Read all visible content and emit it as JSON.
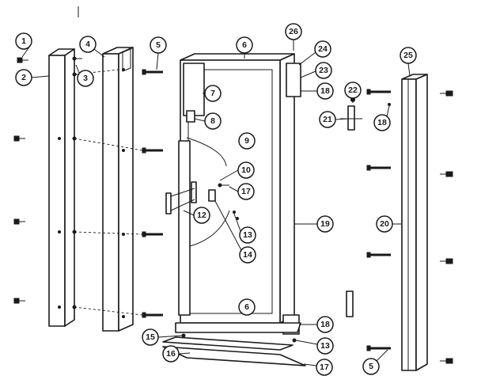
{
  "diagram": {
    "callout_labels": {
      "c1": "1",
      "c2": "2",
      "c3": "3",
      "c4": "4",
      "c5a": "5",
      "c6a": "6",
      "c7": "7",
      "c8": "8",
      "c9": "9",
      "c10": "10",
      "c17a": "17",
      "c12": "12",
      "c13a": "13",
      "c14": "14",
      "c19": "19",
      "c26": "26",
      "c24": "24",
      "c23": "23",
      "c18a": "18",
      "c22": "22",
      "c21": "21",
      "c18b": "18",
      "c25": "25",
      "c20": "20",
      "c6b": "6",
      "c18c": "18",
      "c13b": "13",
      "c15": "15",
      "c16": "16",
      "c17b": "17",
      "c5b": "5"
    }
  }
}
